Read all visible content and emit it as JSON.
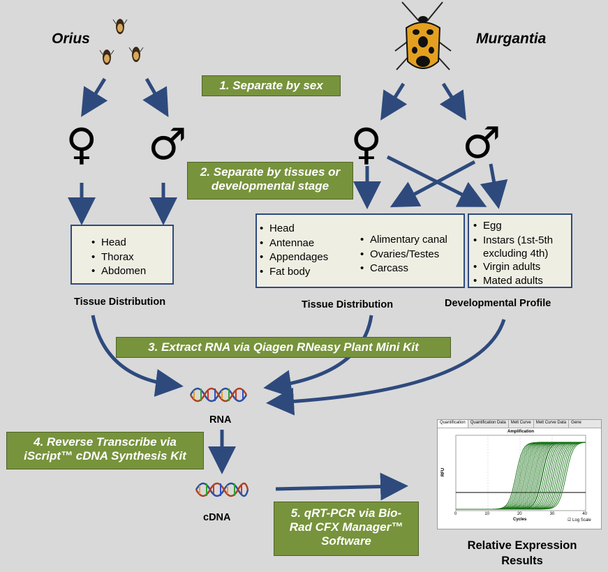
{
  "species": {
    "left": "Orius",
    "right": "Murgantia"
  },
  "steps": {
    "s1": "1. Separate by sex",
    "s2": "2. Separate by tissues or developmental stage",
    "s3": "3. Extract RNA via Qiagen RNeasy Plant Mini Kit",
    "s4": "4. Reverse Transcribe via iScript™ cDNA Synthesis Kit",
    "s5": "5. qRT-PCR via Bio-Rad CFX Manager™ Software"
  },
  "symbols": {
    "female": "♀",
    "male": "♂"
  },
  "orius_tissues": [
    "Head",
    "Thorax",
    "Abdomen"
  ],
  "murgantia_tissues_col1": [
    "Head",
    "Antennae",
    "Appendages",
    "Fat body"
  ],
  "murgantia_tissues_col2": [
    "Alimentary canal",
    "Ovaries/Testes",
    "Carcass"
  ],
  "developmental": [
    "Egg",
    "Instars (1st-5th excluding 4th)",
    "Virgin adults",
    "Mated adults"
  ],
  "labels": {
    "tissue_left": "Tissue Distribution",
    "tissue_right": "Tissue Distribution",
    "dev_profile": "Developmental Profile",
    "rna": "RNA",
    "cdna": "cDNA",
    "results": "Relative Expression Results"
  },
  "software_window": {
    "tabs": [
      "Quantification",
      "Quantification Data",
      "Melt Curve",
      "Melt Curve Data",
      "Gene"
    ],
    "plot_title": "Amplification",
    "xlabel": "Cycles",
    "ylabel": "RFU",
    "log_scale": "Log Scale",
    "x_ticks": [
      "0",
      "10",
      "20",
      "30",
      "40"
    ]
  },
  "colors": {
    "arrow": "#2e4a7d",
    "step_fill": "#77933c",
    "box_fill": "#efeee3",
    "curve": "#1a7a1a"
  }
}
